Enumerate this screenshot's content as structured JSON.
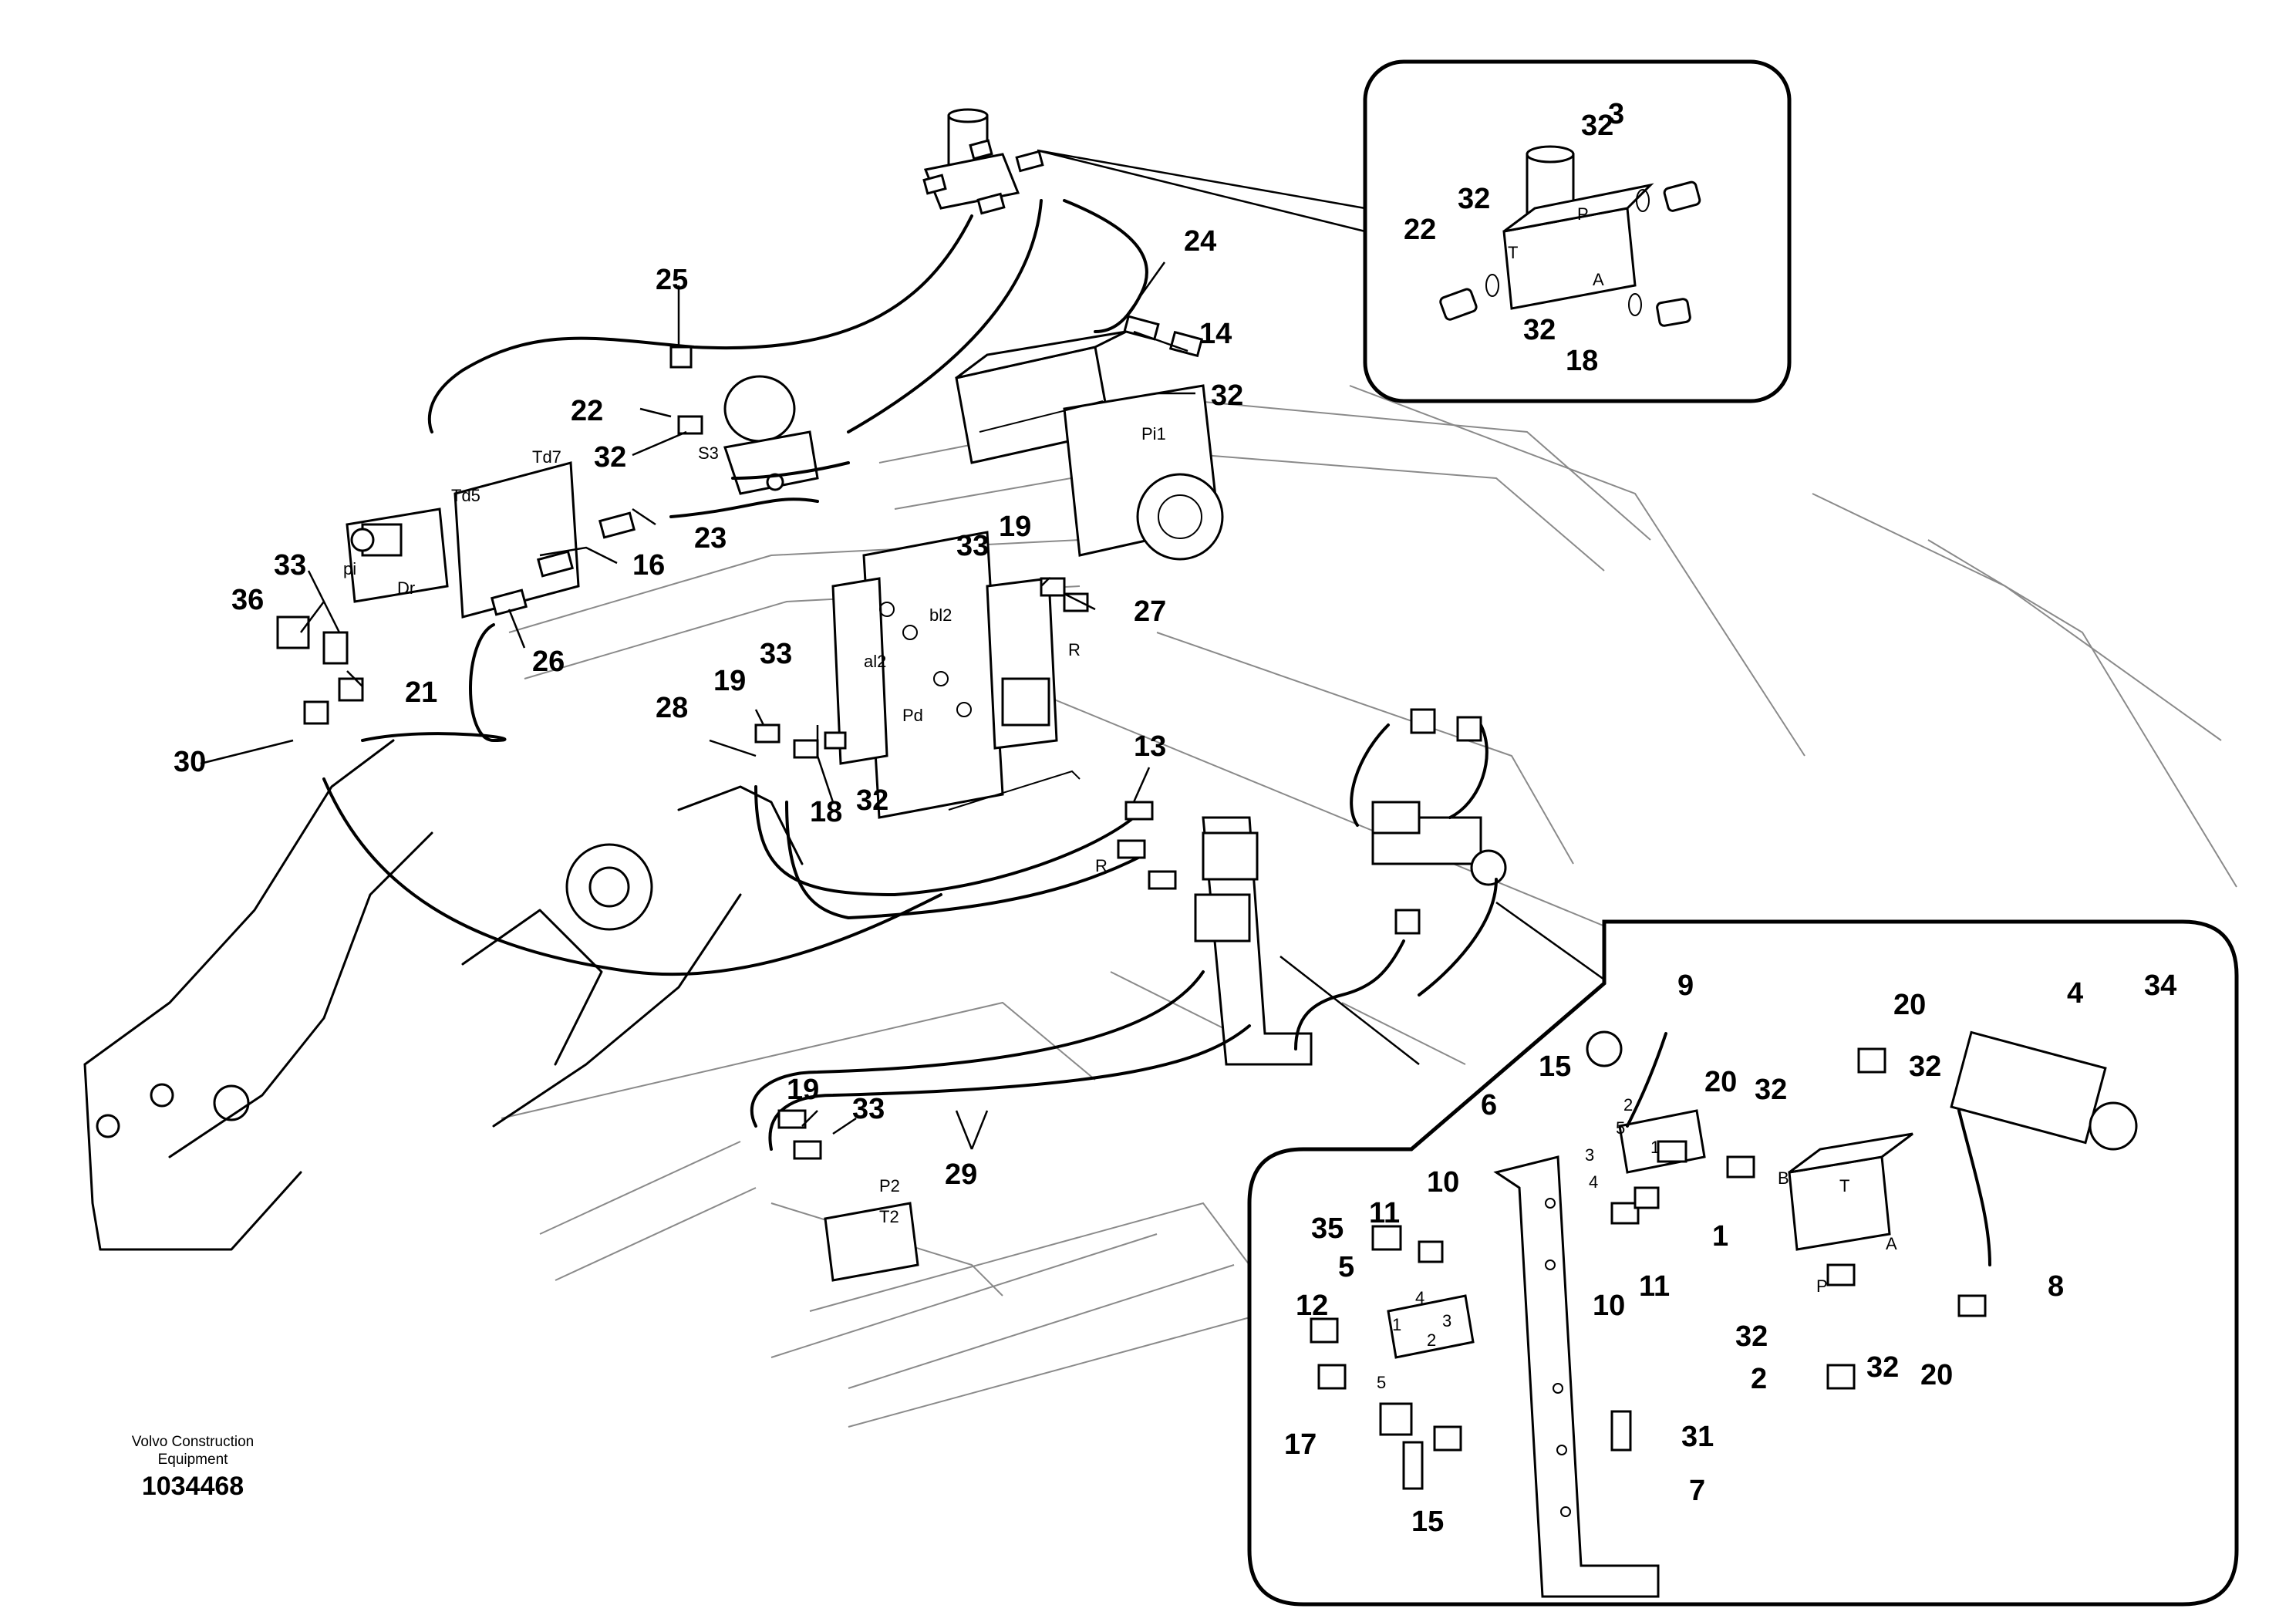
{
  "figure": {
    "callouts": [
      "1",
      "2",
      "3",
      "4",
      "5",
      "6",
      "7",
      "8",
      "9",
      "10",
      "11",
      "12",
      "13",
      "14",
      "15",
      "16",
      "17",
      "18",
      "19",
      "20",
      "21",
      "22",
      "23",
      "24",
      "25",
      "26",
      "27",
      "28",
      "29",
      "30",
      "31",
      "32",
      "33",
      "34",
      "35",
      "36"
    ],
    "port_labels": {
      "pi": "pi",
      "dr": "Dr",
      "td5": "Td5",
      "td7": "Td7",
      "s3": "S3",
      "pi1": "Pi1",
      "bl2": "bl2",
      "al2": "al2",
      "pd": "Pd",
      "r": "R",
      "p": "P",
      "t": "T",
      "a": "A",
      "b": "B",
      "p2": "P2",
      "t2": "T2",
      "n1": "1",
      "n2": "2",
      "n3": "3",
      "n4": "4",
      "n5": "5"
    }
  },
  "footer": {
    "company_line1": "Volvo Construction",
    "company_line2": "Equipment",
    "doc_number": "1034468"
  }
}
